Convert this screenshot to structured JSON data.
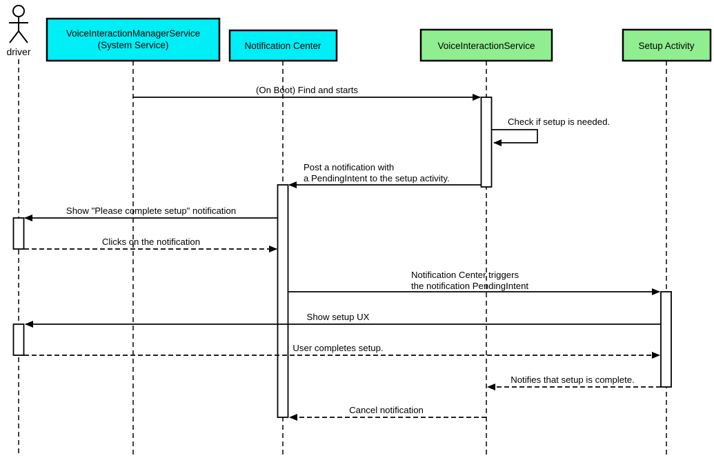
{
  "diagram": {
    "kind": "uml-sequence-diagram",
    "palette": {
      "system_service_fill": "#00EEF5",
      "app_component_fill": "#90EE90",
      "stroke": "#000000",
      "background": "#FFFFFF"
    }
  },
  "participants": [
    {
      "id": "driver",
      "type": "actor",
      "label": "driver"
    },
    {
      "id": "vims",
      "type": "participant",
      "label": "VoiceInteractionManagerService",
      "sublabel": "(System Service)"
    },
    {
      "id": "notification_center",
      "type": "participant",
      "label": "Notification Center"
    },
    {
      "id": "vis",
      "type": "participant",
      "label": "VoiceInteractionService"
    },
    {
      "id": "setup_activity",
      "type": "participant",
      "label": "Setup Activity"
    }
  ],
  "messages": [
    {
      "from": "VoiceInteractionManagerService (System Service)",
      "to": "VoiceInteractionService",
      "style": "solid",
      "lines": [
        "(On Boot) Find and starts"
      ]
    },
    {
      "from": "VoiceInteractionService",
      "to": "VoiceInteractionService",
      "style": "solid-self",
      "lines": [
        "Check if setup is needed."
      ]
    },
    {
      "from": "VoiceInteractionService",
      "to": "Notification Center",
      "style": "solid",
      "lines": [
        "Post a notification with",
        "a PendingIntent to the setup activity."
      ]
    },
    {
      "from": "Notification Center",
      "to": "driver",
      "style": "solid",
      "lines": [
        "Show \"Please complete setup\" notification"
      ]
    },
    {
      "from": "driver",
      "to": "Notification Center",
      "style": "dashed",
      "lines": [
        "Clicks on the notification"
      ]
    },
    {
      "from": "Notification Center",
      "to": "Setup Activity",
      "style": "solid",
      "lines": [
        "Notification Center triggers",
        "the notification PendingIntent"
      ]
    },
    {
      "from": "Setup Activity",
      "to": "driver",
      "style": "solid",
      "lines": [
        "Show setup UX"
      ]
    },
    {
      "from": "driver",
      "to": "Setup Activity",
      "style": "dashed",
      "lines": [
        "User completes setup."
      ]
    },
    {
      "from": "Setup Activity",
      "to": "VoiceInteractionService",
      "style": "dashed",
      "lines": [
        "Notifies that setup is complete."
      ]
    },
    {
      "from": "VoiceInteractionService",
      "to": "Notification Center",
      "style": "dashed",
      "lines": [
        "Cancel notification"
      ]
    }
  ]
}
